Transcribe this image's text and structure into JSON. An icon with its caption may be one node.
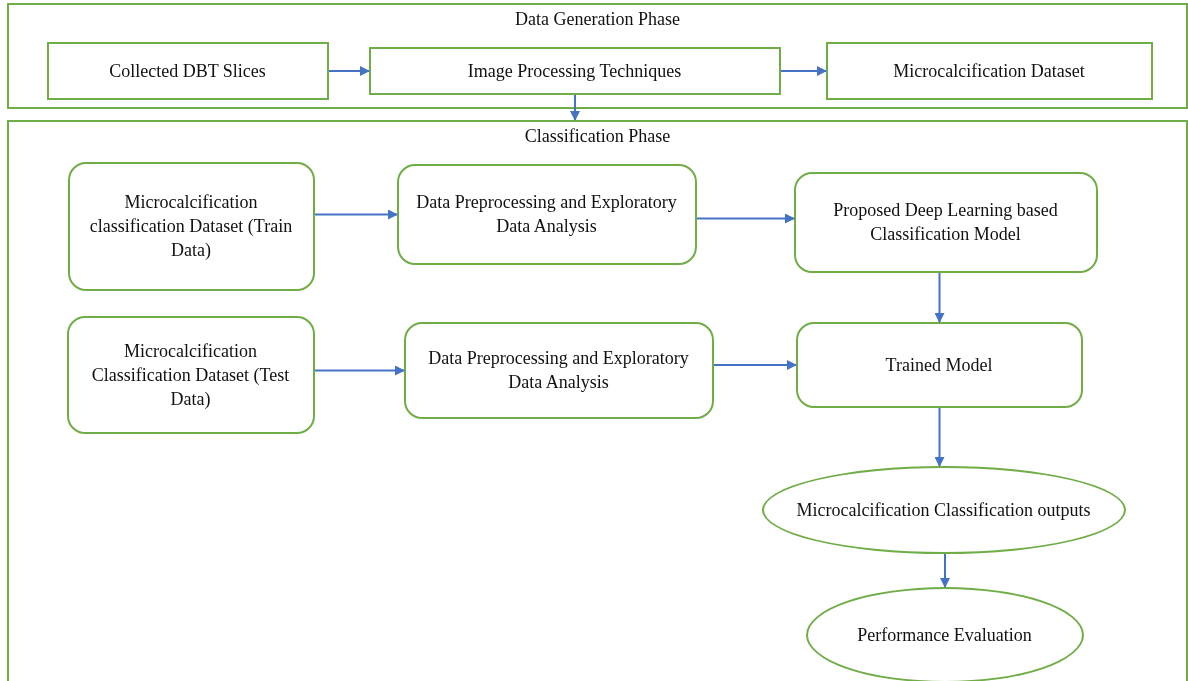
{
  "diagram": {
    "nodes": [
      {
        "text": [
          "Data Generation Phase"
        ]
      },
      {
        "text": [
          "Collected DBT Slices"
        ],
        "in": 0
      },
      {
        "text": [
          "Image Processing Techniques"
        ],
        "in": 0
      },
      {
        "text": [
          "Microcalcification Dataset"
        ],
        "in": 0
      },
      {
        "text": [
          "Classification Phase"
        ]
      },
      {
        "text": [
          "Microcalcification classification Dataset (Train Data)"
        ],
        "in": 4
      },
      {
        "text": [
          "Data Preprocessing and Exploratory Data Analysis"
        ],
        "in": 4
      },
      {
        "text": [
          "Proposed Deep Learning based Classification Model"
        ],
        "in": 4
      },
      {
        "text": [
          "Microcalcification Classification Dataset (Test Data)"
        ],
        "in": 4
      },
      {
        "text": [
          "Data Preprocessing and Exploratory Data Analysis"
        ],
        "in": 4
      },
      {
        "text": [
          "Trained Model"
        ],
        "in": 4
      },
      {
        "text": [
          "Microcalcification Classification outputs"
        ],
        "in": 4
      },
      {
        "text": [
          "Performance Evaluation"
        ],
        "in": 4
      }
    ],
    "edges": [
      {
        "from": 1,
        "to": 2,
        "arrow": "to"
      },
      {
        "from": 2,
        "to": 3,
        "arrow": "to"
      },
      {
        "from": 2,
        "to": 4,
        "arrow": "to"
      },
      {
        "from": 5,
        "to": 6,
        "arrow": "to"
      },
      {
        "from": 6,
        "to": 7,
        "arrow": "to"
      },
      {
        "from": 7,
        "to": 10,
        "arrow": "to"
      },
      {
        "from": 8,
        "to": 9,
        "arrow": "to"
      },
      {
        "from": 9,
        "to": 10,
        "arrow": "to"
      },
      {
        "from": 10,
        "to": 11,
        "arrow": "to"
      },
      {
        "from": 11,
        "to": 12,
        "arrow": "to"
      }
    ]
  }
}
